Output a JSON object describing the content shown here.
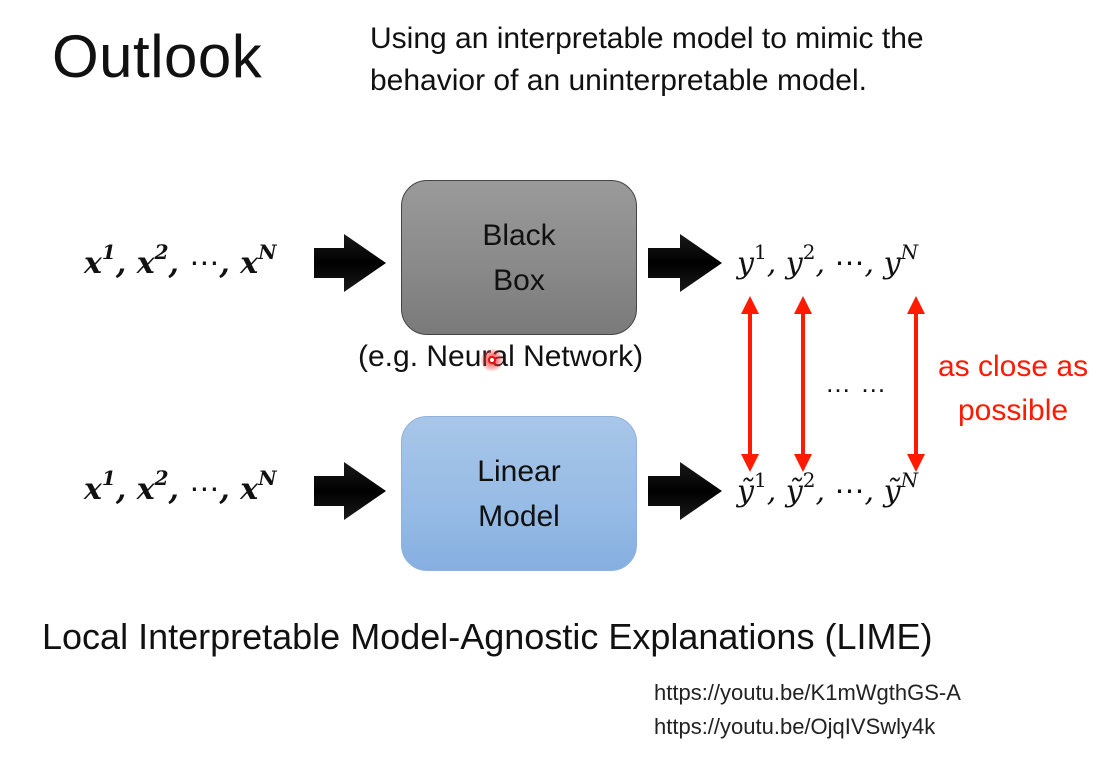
{
  "slide": {
    "title": "Outlook",
    "subtitle_lines": [
      "Using an interpretable model to mimic the",
      "behavior of an uninterpretable model."
    ]
  },
  "diagram": {
    "top_row": {
      "input": {
        "base": "x",
        "terms": [
          "1",
          "2",
          "N"
        ],
        "separator": ", ",
        "ellipsis": "⋯"
      },
      "box_lines": [
        "Black",
        "Box"
      ],
      "box_color": "#8c8c8c",
      "caption": "(e.g. Neural Network)",
      "output": {
        "base": "y",
        "terms": [
          "1",
          "2",
          "N"
        ],
        "separator": ", ",
        "ellipsis": "⋯"
      }
    },
    "bottom_row": {
      "input": {
        "base": "x",
        "terms": [
          "1",
          "2",
          "N"
        ],
        "separator": ", ",
        "ellipsis": "⋯"
      },
      "box_lines": [
        "Linear",
        "Model"
      ],
      "box_color": "#9dbfe6",
      "output": {
        "base": "ỹ",
        "terms": [
          "1",
          "2",
          "N"
        ],
        "separator": ", ",
        "ellipsis": "⋯"
      }
    },
    "middle_ellipsis": "…  …",
    "comparison_label_lines": [
      "as close as",
      "possible"
    ],
    "comparison_color": "#ff1a00",
    "arrow_color": "#000000"
  },
  "footer": {
    "method_name": "Local Interpretable Model-Agnostic Explanations (LIME)",
    "links": [
      "https://youtu.be/K1mWgthGS-A",
      "https://youtu.be/OjqIVSwly4k"
    ]
  }
}
